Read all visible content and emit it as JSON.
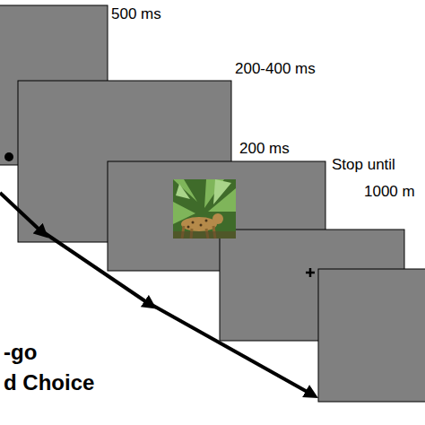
{
  "diagram": {
    "labels": [
      "500 ms",
      "200-400 ms",
      "200 ms",
      "Stop until",
      "1000 m",
      "-go",
      "d Choice"
    ]
  }
}
